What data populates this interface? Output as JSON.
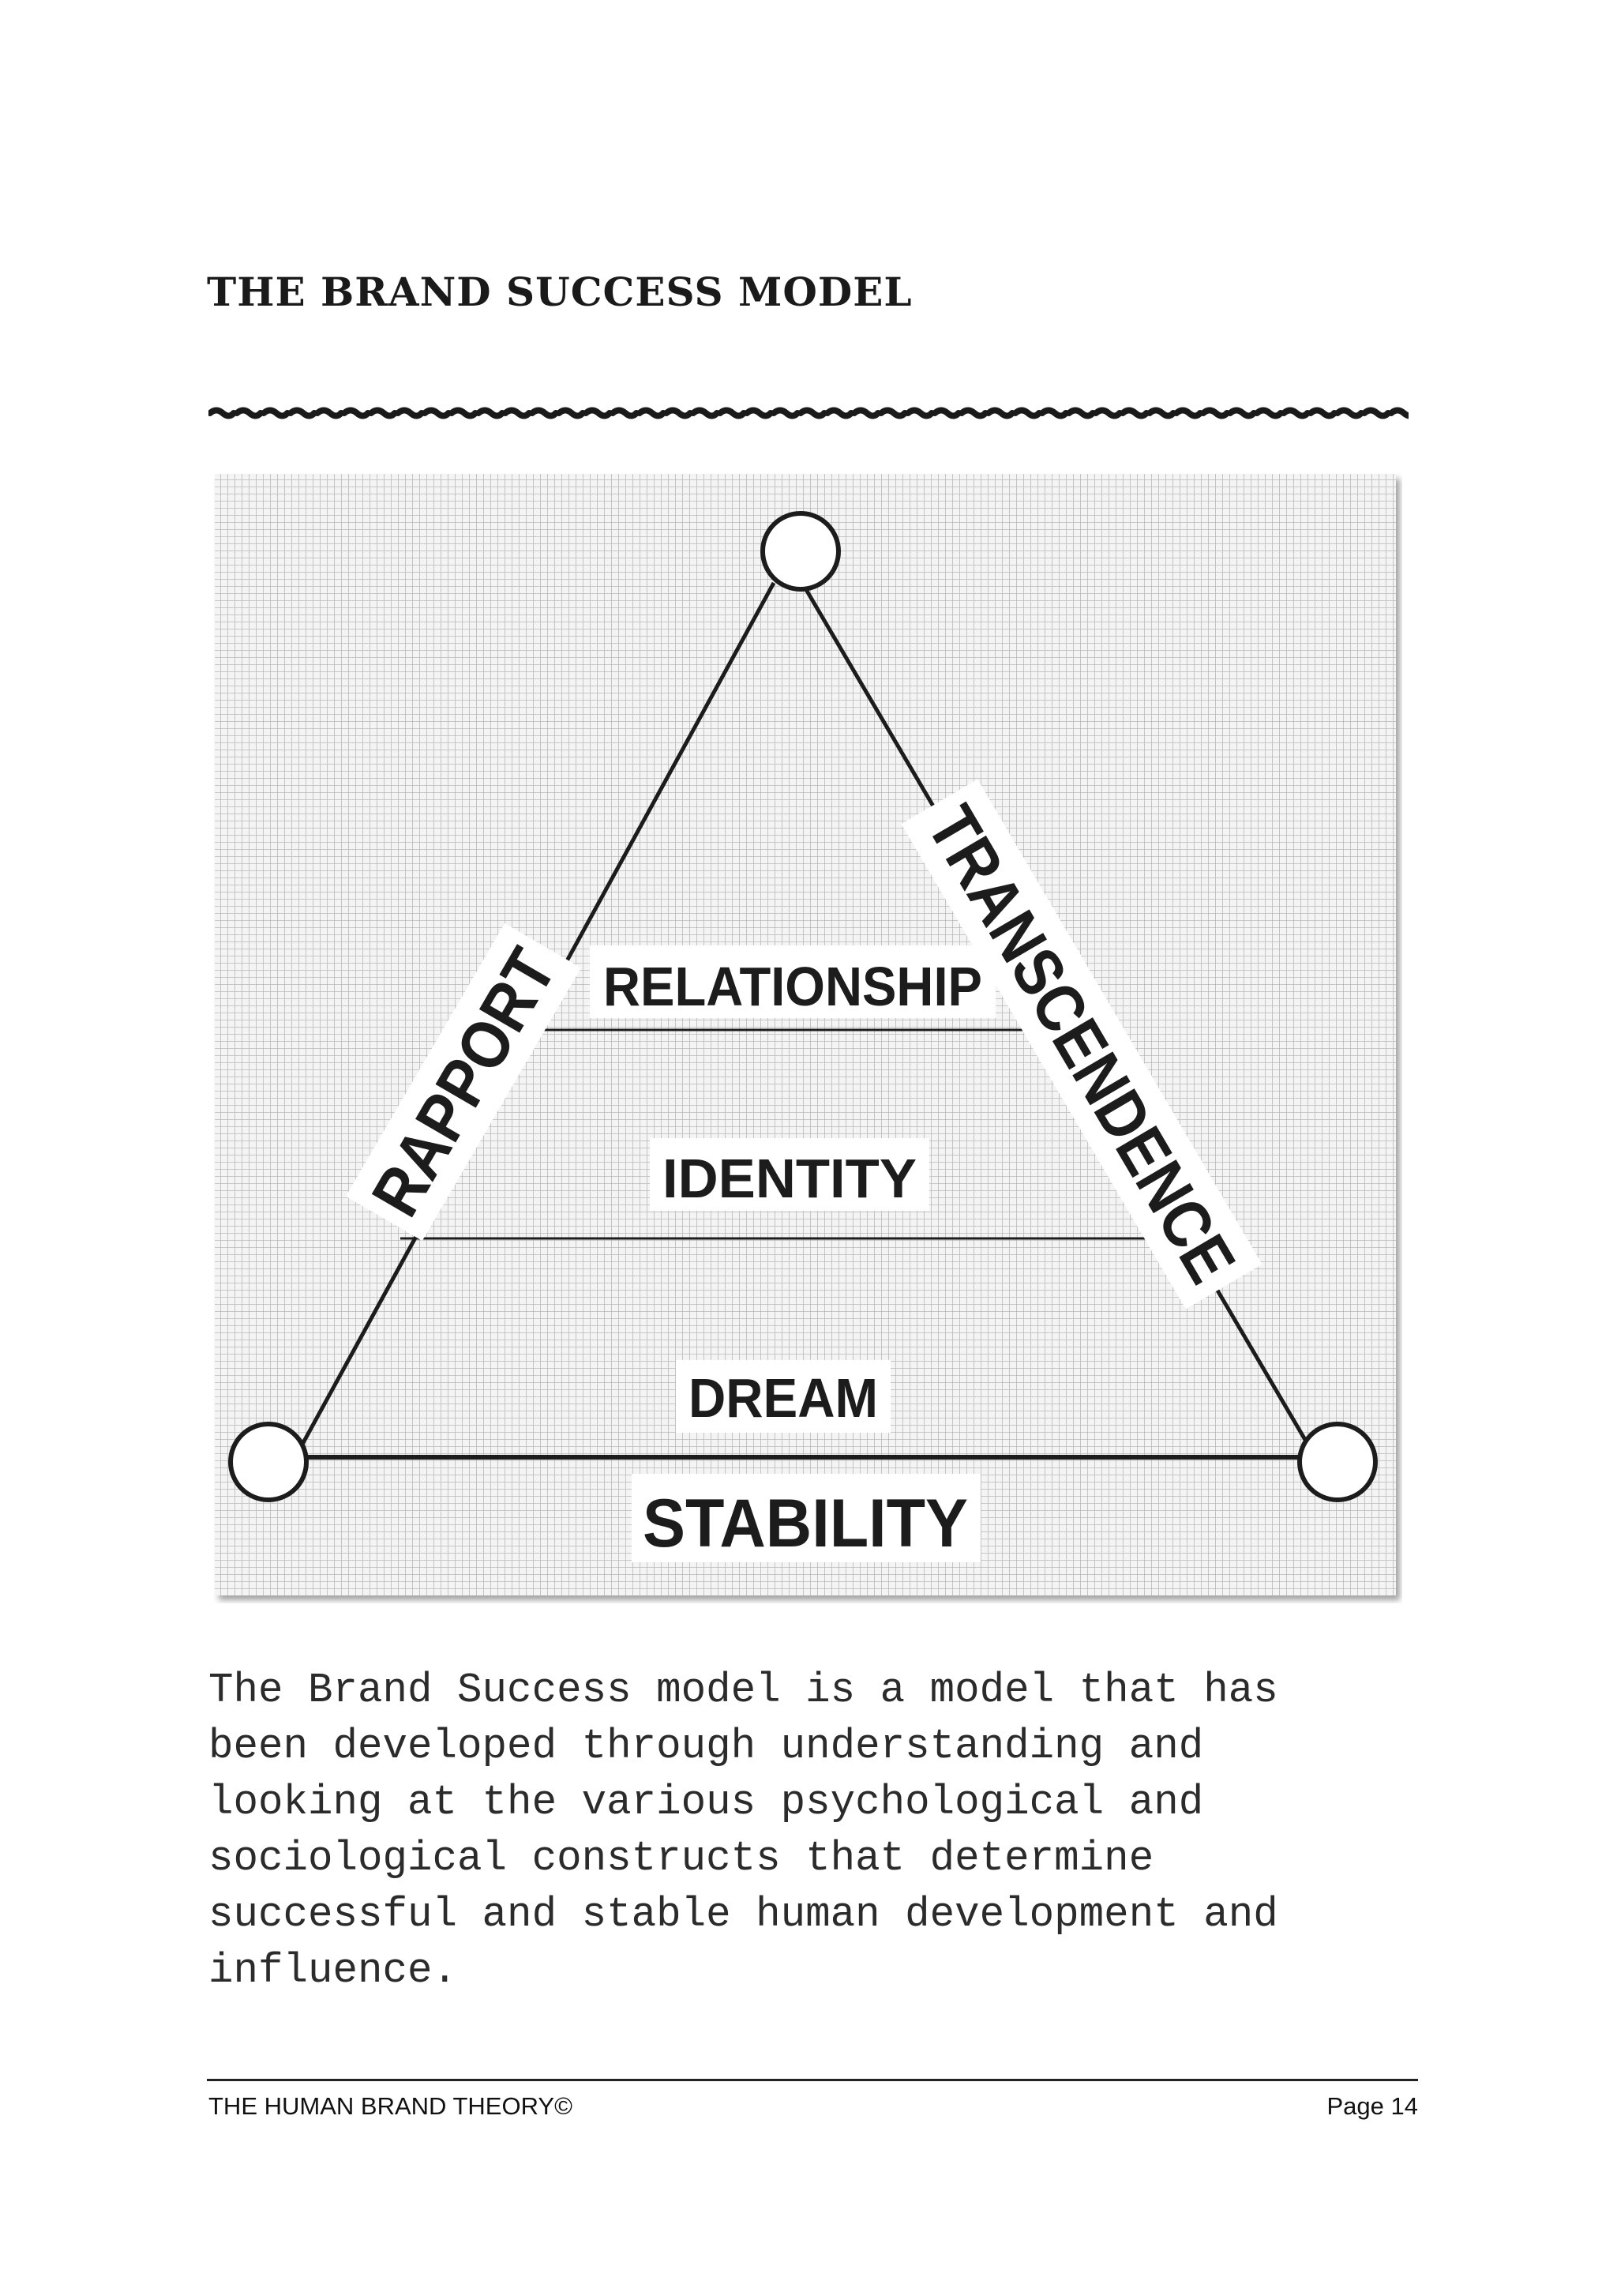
{
  "document": {
    "heading": "THE BRAND SUCCESS MODEL",
    "body_text": "The Brand Success model is a model that has\nbeen developed through understanding and\nlooking at the various psychological and\nsociological constructs that determine\nsuccessful and stable human development and\ninfluence."
  },
  "diagram": {
    "side_labels": {
      "left": "RAPPORT",
      "right": "TRANSCENDENCE",
      "bottom": "STABILITY"
    },
    "levels": [
      "RELATIONSHIP",
      "IDENTITY",
      "DREAM"
    ]
  },
  "footer": {
    "left": "THE HUMAN BRAND THEORY©",
    "right": "Page 14"
  },
  "colors": {
    "ink": "#1c1c1c",
    "grid_background": "#d6d6d6",
    "label_box": "#ffffff"
  }
}
